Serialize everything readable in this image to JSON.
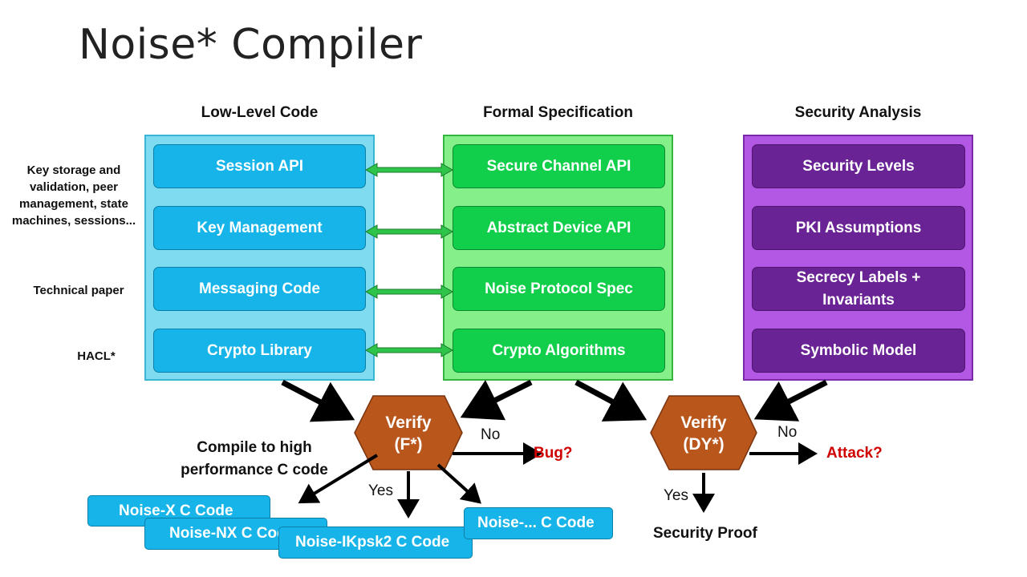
{
  "slide": {
    "title": "Noise* Compiler",
    "columns": {
      "low_level": "Low-Level Code",
      "formal": "Formal Specification",
      "security": "Security Analysis"
    },
    "low_level_boxes": [
      "Session API",
      "Key Management",
      "Messaging Code",
      "Crypto Library"
    ],
    "formal_boxes": [
      "Secure Channel API",
      "Abstract Device API",
      "Noise Protocol Spec",
      "Crypto Algorithms"
    ],
    "security_boxes": [
      "Security Levels",
      "PKI Assumptions",
      "Secrecy Labels + Invariants",
      "Symbolic Model"
    ],
    "side_notes": {
      "key_storage": "Key storage and validation, peer management, state machines, sessions...",
      "technical_paper": "Technical paper",
      "hacl": "HACL*"
    },
    "verify_fstar": {
      "line1": "Verify",
      "line2": "(F*)"
    },
    "verify_dy": {
      "line1": "Verify",
      "line2": "(DY*)"
    },
    "compile_label": "Compile to high performance C code",
    "no_label_1": "No",
    "bug_label": "Bug?",
    "yes_label_1": "Yes",
    "no_label_2": "No",
    "attack_label": "Attack?",
    "yes_label_2": "Yes",
    "security_proof": "Security Proof",
    "c_code_boxes": [
      "Noise-X C Code",
      "Noise-NX C Code",
      "Noise-IKpsk2 C Code",
      "Noise-... C Code"
    ],
    "colors": {
      "blue_panel": "#7fdcf0",
      "blue_box": "#16b4e8",
      "green_panel": "#85f08a",
      "green_box": "#12cf4b",
      "purple_panel": "#b357e5",
      "purple_box": "#6a2394",
      "verify_hex": "#b8561c",
      "alert_red": "#d00000"
    }
  }
}
